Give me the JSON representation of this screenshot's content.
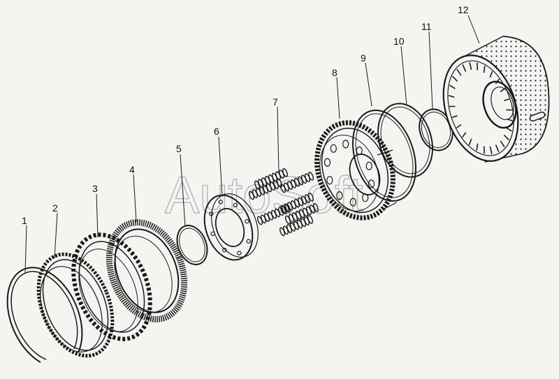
{
  "watermark": "AutoSoft",
  "callouts": [
    "1",
    "2",
    "3",
    "4",
    "5",
    "6",
    "7",
    "8",
    "9",
    "10",
    "11",
    "12"
  ],
  "colors": {
    "ink": "#1a1a1a",
    "paper": "#f4f4f1",
    "watermark": "#b9b9b9"
  }
}
